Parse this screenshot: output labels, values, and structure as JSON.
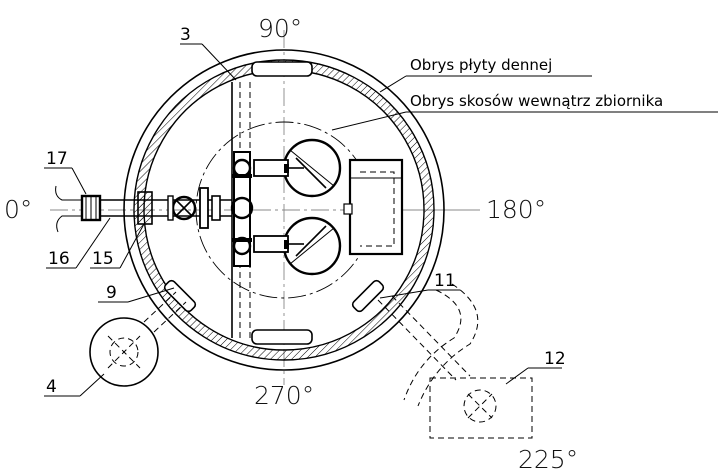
{
  "angles": {
    "top": "90°",
    "left": "0°",
    "right": "180°",
    "bottom": "270°",
    "corner": "225°"
  },
  "labels": {
    "l3": "3",
    "l4": "4",
    "l9": "9",
    "l11": "11",
    "l12": "12",
    "l15": "15",
    "l16": "16",
    "l17": "17"
  },
  "annotations": {
    "base_plate": "Obrys płyty dennej",
    "slopes": "Obrys skosów wewnątrz zbiornika"
  }
}
